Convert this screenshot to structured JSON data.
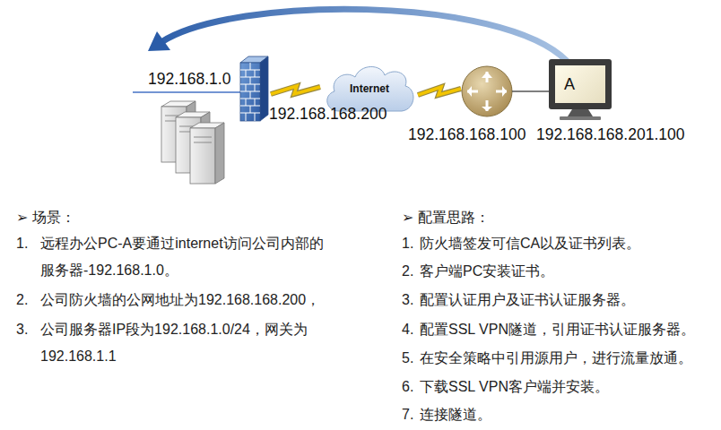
{
  "diagram": {
    "nodes": [
      {
        "text": [
          "Internet"
        ]
      },
      {
        "text": [
          "A"
        ]
      }
    ],
    "labels": [
      "192.168.1.0",
      "192.168.168.200",
      "192.168.168.100",
      "192.168.168.201.100",
      "➢ 场景：",
      "1.",
      "远程办公PC-A要通过internet访问公司内部的 服务器-192.168.1.0。",
      "2.",
      "公司防火墙的公网地址为192.168.168.200，",
      "3.",
      "公司服务器IP段为192.168.1.0/24，网关为 192.168.1.1",
      "➢ 配置思路：",
      "1.",
      "防火墙签发可信CA以及证书列表。",
      "2.",
      "客户端PC安装证书。",
      "3.",
      "配置认证用户及证书认证服务器。",
      "4.",
      "配置SSL VPN隧道，引用证书认证服务器。",
      "5.",
      "在安全策略中引用源用户，进行流量放通。",
      "6.",
      "下载SSL VPN客户端并安装。",
      "7.",
      "连接隧道。"
    ]
  }
}
